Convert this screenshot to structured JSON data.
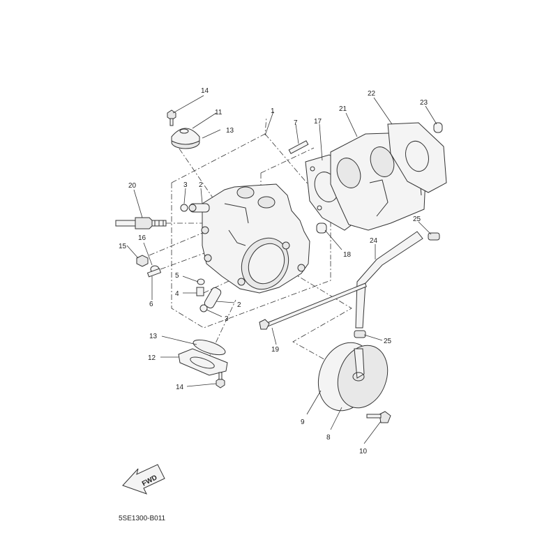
{
  "diagram": {
    "drawing_code": "5SE1300-B011",
    "direction_label": "FWD"
  },
  "callouts": [
    {
      "id": "c14a",
      "text": "14"
    },
    {
      "id": "c11",
      "text": "11"
    },
    {
      "id": "c13a",
      "text": "13"
    },
    {
      "id": "c1",
      "text": "1"
    },
    {
      "id": "c7",
      "text": "7"
    },
    {
      "id": "c17",
      "text": "17"
    },
    {
      "id": "c21",
      "text": "21"
    },
    {
      "id": "c22",
      "text": "22"
    },
    {
      "id": "c23",
      "text": "23"
    },
    {
      "id": "c20",
      "text": "20"
    },
    {
      "id": "c3a",
      "text": "3"
    },
    {
      "id": "c2a",
      "text": "2"
    },
    {
      "id": "c25a",
      "text": "25"
    },
    {
      "id": "c16",
      "text": "16"
    },
    {
      "id": "c15",
      "text": "15"
    },
    {
      "id": "c24",
      "text": "24"
    },
    {
      "id": "c18",
      "text": "18"
    },
    {
      "id": "c5",
      "text": "5"
    },
    {
      "id": "c4",
      "text": "4"
    },
    {
      "id": "c6",
      "text": "6"
    },
    {
      "id": "c2b",
      "text": "2"
    },
    {
      "id": "c3b",
      "text": "3"
    },
    {
      "id": "c13b",
      "text": "13"
    },
    {
      "id": "c19",
      "text": "19"
    },
    {
      "id": "c25b",
      "text": "25"
    },
    {
      "id": "c12",
      "text": "12"
    },
    {
      "id": "c14b",
      "text": "14"
    },
    {
      "id": "c9",
      "text": "9"
    },
    {
      "id": "c8",
      "text": "8"
    },
    {
      "id": "c10",
      "text": "10"
    }
  ]
}
